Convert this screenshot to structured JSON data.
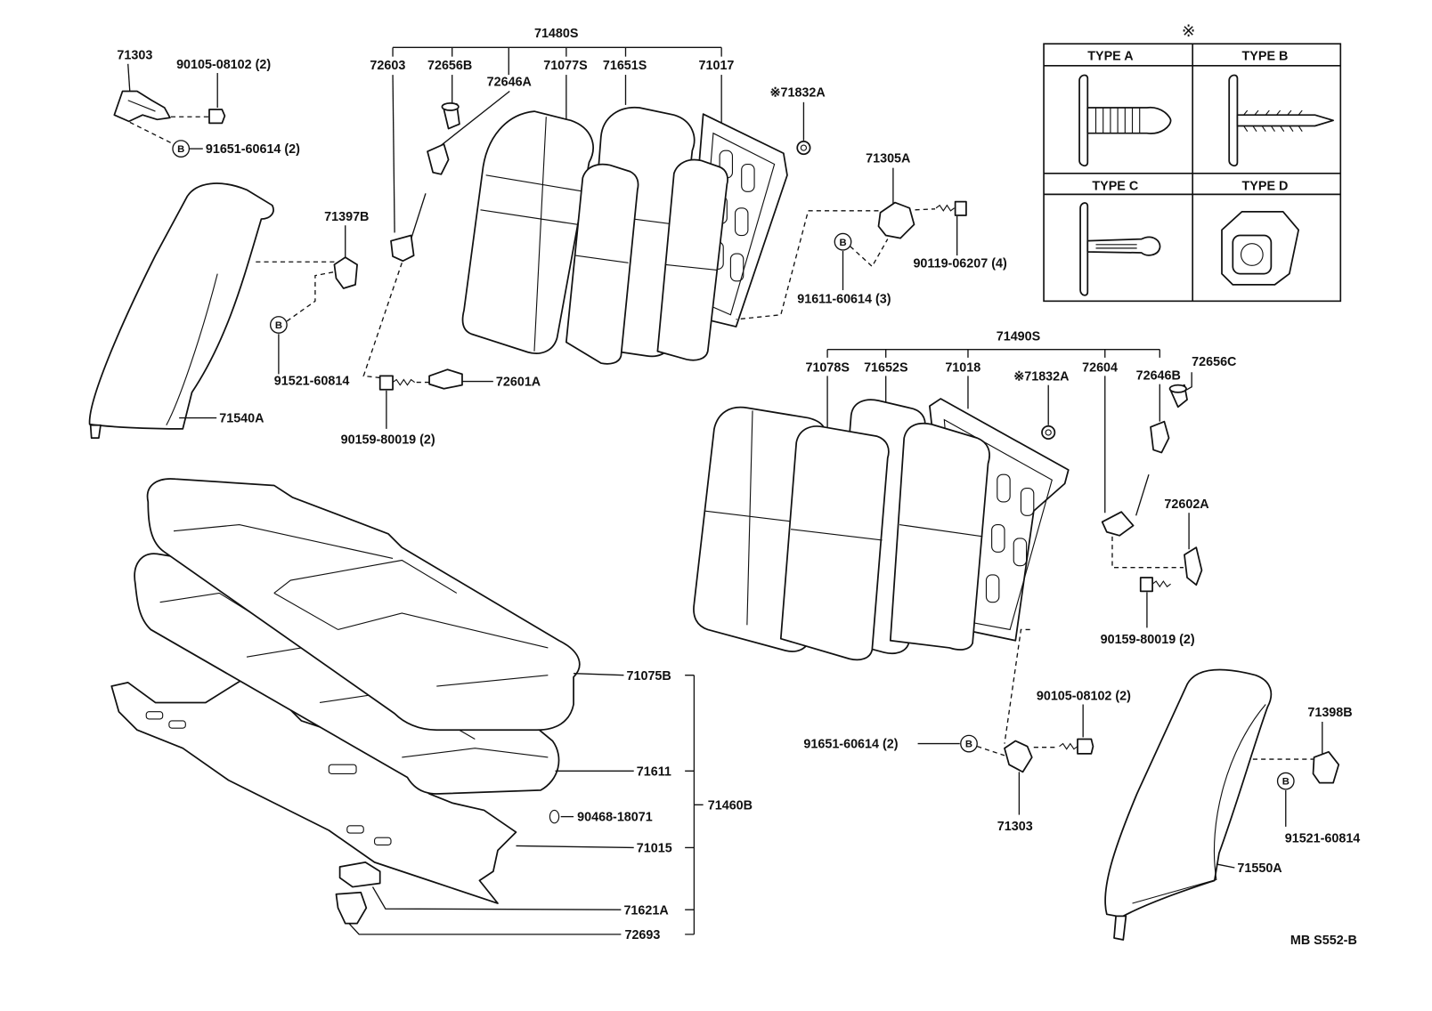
{
  "reference_mark": "※",
  "marker_b": "B",
  "diagram_code": "MB S552-B",
  "type_table": {
    "type_a": "TYPE A",
    "type_b": "TYPE B",
    "type_c": "TYPE C",
    "type_d": "TYPE D"
  },
  "upper_left": {
    "p71303": "71303",
    "p90105": "90105-08102 (2)",
    "p91651": "91651-60614 (2)",
    "p71397b": "71397B",
    "p91521": "91521-60814",
    "p71540a": "71540A"
  },
  "seat_back_left": {
    "assembly": "71480S",
    "p72603": "72603",
    "p72656b": "72656B",
    "p72646a": "72646A",
    "p71077s": "71077S",
    "p71651s": "71651S",
    "p71017": "71017",
    "p71832a": "※71832A",
    "p72601a": "72601A",
    "p90159": "90159-80019 (2)",
    "p71305a": "71305A",
    "p90119": "90119-06207 (4)",
    "p91611": "91611-60614 (3)"
  },
  "seat_back_right": {
    "assembly": "71490S",
    "p71078s": "71078S",
    "p71652s": "71652S",
    "p71018": "71018",
    "p71832a": "※71832A",
    "p72604": "72604",
    "p72646b": "72646B",
    "p72656c": "72656C",
    "p72602a": "72602A",
    "p90159": "90159-80019 (2)",
    "p90105": "90105-08102 (2)",
    "p91651": "91651-60614 (2)",
    "p71303": "71303",
    "p71398b": "71398B",
    "p91521": "91521-60814",
    "p71550a": "71550A"
  },
  "seat_cushion": {
    "assembly": "71460B",
    "p71075b": "71075B",
    "p71611": "71611",
    "p90468": "90468-18071",
    "p71015": "71015",
    "p71621a": "71621A",
    "p72693": "72693"
  }
}
